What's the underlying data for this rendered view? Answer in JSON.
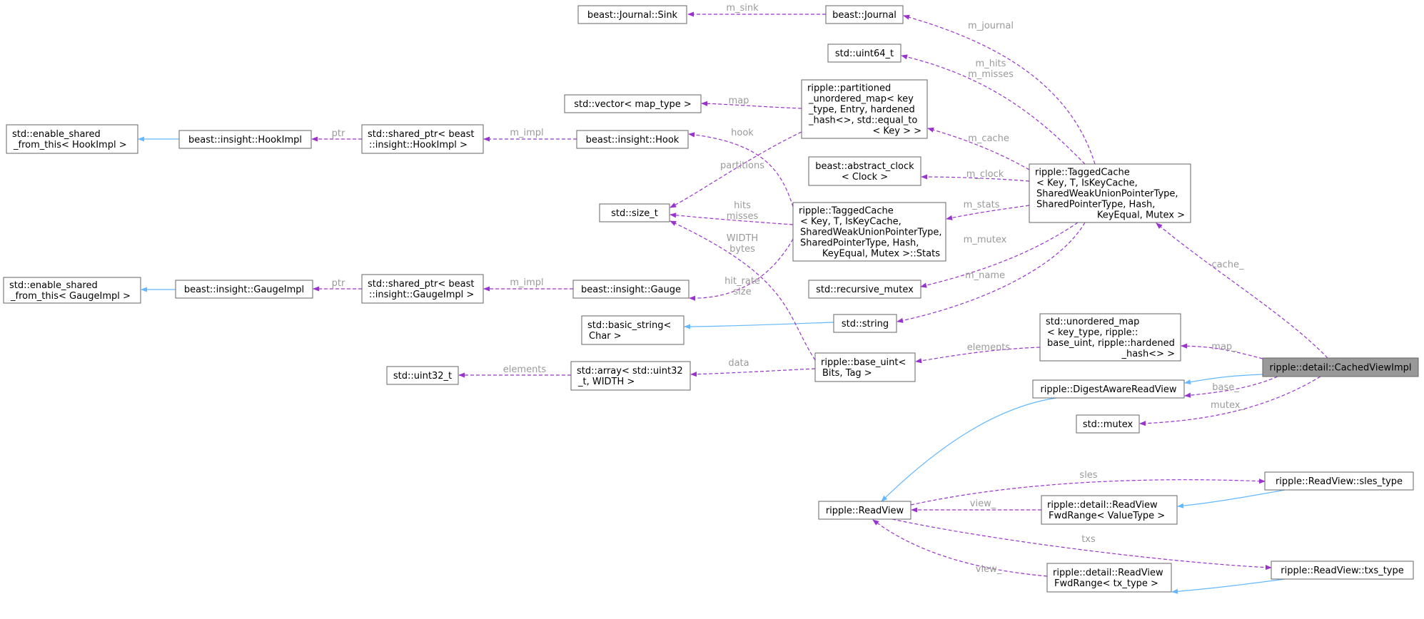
{
  "nodes": [
    {
      "id": "cachedviewimpl",
      "lines": [
        "ripple::detail::CachedViewImpl"
      ],
      "highlight": true
    },
    {
      "id": "sink",
      "lines": [
        "beast::Journal::Sink"
      ]
    },
    {
      "id": "journal",
      "lines": [
        "beast::Journal"
      ]
    },
    {
      "id": "uint64",
      "lines": [
        "std::uint64_t"
      ]
    },
    {
      "id": "partmap",
      "lines": [
        "ripple::partitioned",
        "_unordered_map< key",
        "_type, Entry, hardened",
        "_hash<>, std::equal_to",
        "< Key > >"
      ]
    },
    {
      "id": "vecmap",
      "lines": [
        "std::vector< map_type >"
      ]
    },
    {
      "id": "esf_hook",
      "lines": [
        "std::enable_shared",
        "_from_this< HookImpl >"
      ]
    },
    {
      "id": "hookimpl",
      "lines": [
        "beast::insight::HookImpl"
      ]
    },
    {
      "id": "sp_hookimpl",
      "lines": [
        "std::shared_ptr< beast",
        "::insight::HookImpl >"
      ]
    },
    {
      "id": "hook",
      "lines": [
        "beast::insight::Hook"
      ]
    },
    {
      "id": "absclock",
      "lines": [
        "beast::abstract_clock",
        "< Clock >"
      ]
    },
    {
      "id": "taggedcache",
      "lines": [
        "ripple::TaggedCache",
        "< Key, T, IsKeyCache,",
        "SharedWeakUnionPointerType,",
        "SharedPointerType, Hash,",
        "KeyEqual, Mutex >"
      ]
    },
    {
      "id": "sizet",
      "lines": [
        "std::size_t"
      ]
    },
    {
      "id": "stats",
      "lines": [
        "ripple::TaggedCache",
        "< Key, T, IsKeyCache,",
        "SharedWeakUnionPointerType,",
        "SharedPointerType, Hash,",
        "KeyEqual, Mutex >::Stats"
      ]
    },
    {
      "id": "esf_gauge",
      "lines": [
        "std::enable_shared",
        "_from_this< GaugeImpl >"
      ]
    },
    {
      "id": "gaugeimpl",
      "lines": [
        "beast::insight::GaugeImpl"
      ]
    },
    {
      "id": "sp_gaugeimpl",
      "lines": [
        "std::shared_ptr< beast",
        "::insight::GaugeImpl >"
      ]
    },
    {
      "id": "gauge",
      "lines": [
        "beast::insight::Gauge"
      ]
    },
    {
      "id": "recmutex",
      "lines": [
        "std::recursive_mutex"
      ]
    },
    {
      "id": "basicstring",
      "lines": [
        "std::basic_string<",
        "Char >"
      ]
    },
    {
      "id": "string",
      "lines": [
        "std::string"
      ]
    },
    {
      "id": "unordmap",
      "lines": [
        "std::unordered_map",
        "< key_type, ripple::",
        "base_uint, ripple::hardened",
        "_hash<> >"
      ]
    },
    {
      "id": "uint32",
      "lines": [
        "std::uint32_t"
      ]
    },
    {
      "id": "array",
      "lines": [
        "std::array< std::uint32",
        "_t, WIDTH >"
      ]
    },
    {
      "id": "baseuint",
      "lines": [
        "ripple::base_uint<",
        "Bits, Tag >"
      ]
    },
    {
      "id": "digest",
      "lines": [
        "ripple::DigestAwareReadView"
      ]
    },
    {
      "id": "mutex",
      "lines": [
        "std::mutex"
      ]
    },
    {
      "id": "readview",
      "lines": [
        "ripple::ReadView"
      ]
    },
    {
      "id": "sles",
      "lines": [
        "ripple::ReadView::sles_type"
      ]
    },
    {
      "id": "fwd_value",
      "lines": [
        "ripple::detail::ReadView",
        "FwdRange< ValueType >"
      ]
    },
    {
      "id": "txs",
      "lines": [
        "ripple::ReadView::txs_type"
      ]
    },
    {
      "id": "fwd_tx",
      "lines": [
        "ripple::detail::ReadView",
        "FwdRange< tx_type >"
      ]
    }
  ],
  "edges": [
    {
      "from": "journal",
      "to": "sink",
      "kind": "use",
      "label": [
        "m_sink"
      ]
    },
    {
      "from": "taggedcache",
      "to": "journal",
      "kind": "use",
      "label": [
        "m_journal"
      ]
    },
    {
      "from": "taggedcache",
      "to": "uint64",
      "kind": "use",
      "label": [
        "m_hits",
        "m_misses"
      ]
    },
    {
      "from": "taggedcache",
      "to": "partmap",
      "kind": "use",
      "label": [
        "m_cache"
      ]
    },
    {
      "from": "taggedcache",
      "to": "absclock",
      "kind": "use",
      "label": [
        "m_clock"
      ]
    },
    {
      "from": "taggedcache",
      "to": "stats",
      "kind": "use",
      "label": [
        "m_stats"
      ]
    },
    {
      "from": "taggedcache",
      "to": "recmutex",
      "kind": "use",
      "label": [
        "m_mutex"
      ]
    },
    {
      "from": "taggedcache",
      "to": "string",
      "kind": "use",
      "label": [
        "m_name"
      ]
    },
    {
      "from": "partmap",
      "to": "vecmap",
      "kind": "use",
      "label": [
        "map"
      ]
    },
    {
      "from": "partmap",
      "to": "sizet",
      "kind": "use",
      "label": [
        "partitions"
      ]
    },
    {
      "from": "hookimpl",
      "to": "esf_hook",
      "kind": "inherit",
      "label": []
    },
    {
      "from": "sp_hookimpl",
      "to": "hookimpl",
      "kind": "use",
      "label": [
        "ptr"
      ]
    },
    {
      "from": "hook",
      "to": "sp_hookimpl",
      "kind": "use",
      "label": [
        "m_impl"
      ]
    },
    {
      "from": "stats",
      "to": "hook",
      "kind": "use",
      "label": [
        "hook"
      ]
    },
    {
      "from": "stats",
      "to": "sizet",
      "kind": "use",
      "label": [
        "hits",
        "misses"
      ]
    },
    {
      "from": "stats",
      "to": "gauge",
      "kind": "use",
      "label": [
        "hit_rate",
        "size"
      ]
    },
    {
      "from": "gaugeimpl",
      "to": "esf_gauge",
      "kind": "inherit",
      "label": []
    },
    {
      "from": "sp_gaugeimpl",
      "to": "gaugeimpl",
      "kind": "use",
      "label": [
        "ptr"
      ]
    },
    {
      "from": "gauge",
      "to": "sp_gaugeimpl",
      "kind": "use",
      "label": [
        "m_impl"
      ]
    },
    {
      "from": "string",
      "to": "basicstring",
      "kind": "inherit",
      "label": []
    },
    {
      "from": "baseuint",
      "to": "sizet",
      "kind": "use",
      "label": [
        "WIDTH",
        "bytes"
      ]
    },
    {
      "from": "baseuint",
      "to": "array",
      "kind": "use",
      "label": [
        "data"
      ]
    },
    {
      "from": "array",
      "to": "uint32",
      "kind": "use",
      "label": [
        "elements"
      ]
    },
    {
      "from": "unordmap",
      "to": "baseuint",
      "kind": "use",
      "label": [
        "elements"
      ]
    },
    {
      "from": "cachedviewimpl",
      "to": "taggedcache",
      "kind": "use",
      "label": [
        "cache_"
      ]
    },
    {
      "from": "cachedviewimpl",
      "to": "unordmap",
      "kind": "use",
      "label": [
        "map_"
      ]
    },
    {
      "from": "cachedviewimpl",
      "to": "digest",
      "kind": "inherit",
      "label": []
    },
    {
      "from": "cachedviewimpl",
      "to": "digest",
      "kind": "use",
      "label": [
        "base_"
      ]
    },
    {
      "from": "cachedviewimpl",
      "to": "mutex",
      "kind": "use",
      "label": [
        "mutex_"
      ]
    },
    {
      "from": "digest",
      "to": "readview",
      "kind": "inherit",
      "label": []
    },
    {
      "from": "readview",
      "to": "sles",
      "kind": "use",
      "label": [
        "sles"
      ]
    },
    {
      "from": "fwd_value",
      "to": "readview",
      "kind": "use",
      "label": [
        "view_"
      ]
    },
    {
      "from": "sles",
      "to": "fwd_value",
      "kind": "inherit",
      "label": []
    },
    {
      "from": "readview",
      "to": "txs",
      "kind": "use",
      "label": [
        "txs"
      ]
    },
    {
      "from": "fwd_tx",
      "to": "readview",
      "kind": "use",
      "label": [
        "view_"
      ]
    },
    {
      "from": "txs",
      "to": "fwd_tx",
      "kind": "inherit",
      "label": []
    }
  ]
}
